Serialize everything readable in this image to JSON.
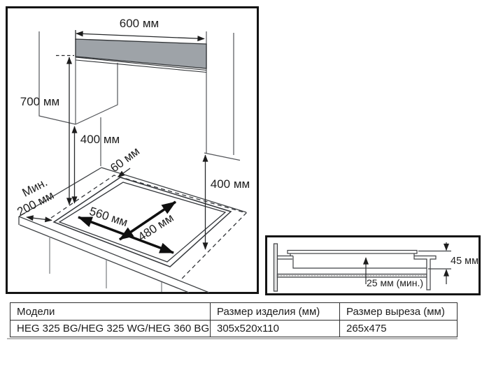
{
  "main_diagram": {
    "labels": {
      "top_width": "600 мм",
      "left_height": "700 мм",
      "hood_clearance": "400 мм",
      "rear_gap": "60 мм",
      "min_prefix": "Мин.",
      "min_distance": "200 мм",
      "cutout_length": "560 мм",
      "cutout_depth": "480 мм",
      "right_height": "400 мм"
    }
  },
  "section_diagram": {
    "labels": {
      "mounting_depth": "45 мм",
      "bottom_clearance": "25 мм (мин.)"
    }
  },
  "spec_table": {
    "headers": [
      "Модели",
      "Размер изделия (мм)",
      "Размер выреза (мм)"
    ],
    "rows": [
      [
        "HEG 325 BG/HEG 325 WG/HEG 360 BG",
        "305x520x110",
        "265x475"
      ]
    ]
  },
  "colors": {
    "hood_fill": "#9ea3a8",
    "line": "#3d4043",
    "frame": "#141414"
  }
}
